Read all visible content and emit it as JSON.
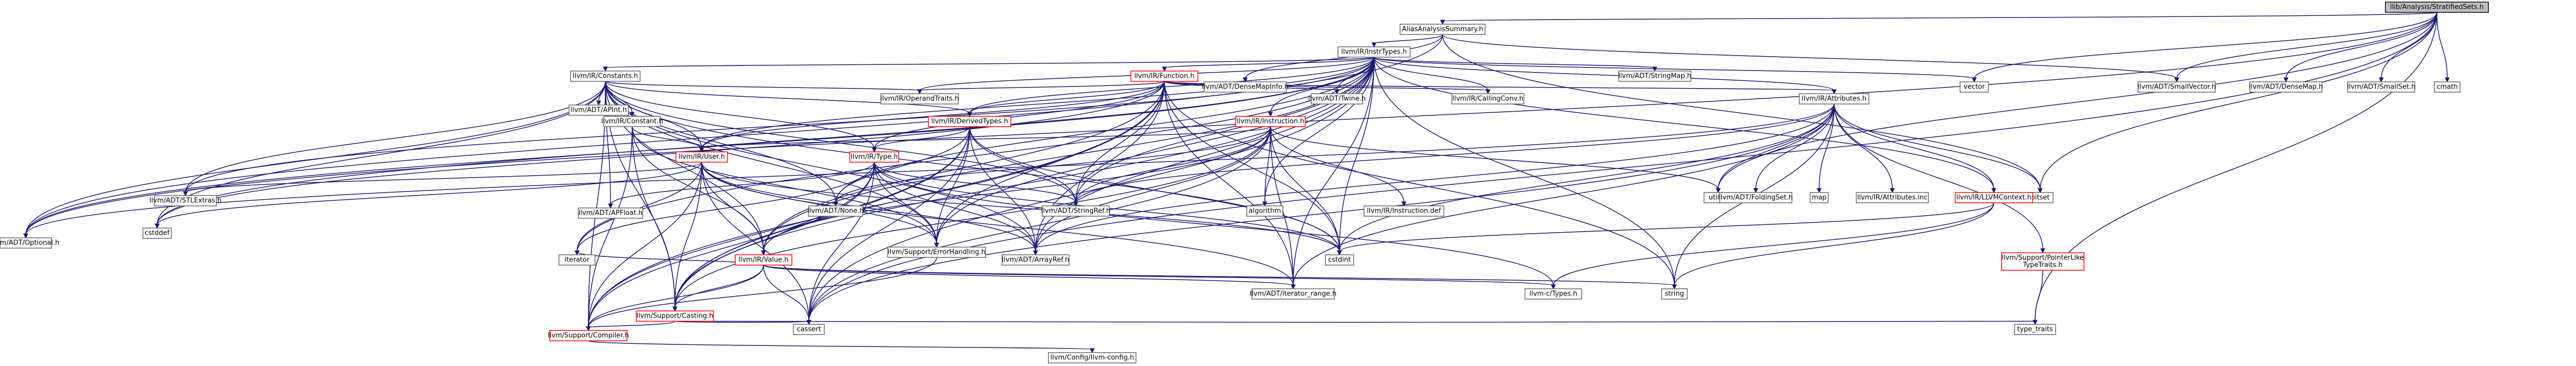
{
  "graph": {
    "nodes": [
      {
        "id": "root",
        "label": "llib/Analysis/StratifiedSets.h",
        "style": "root"
      },
      {
        "id": "aas",
        "label": "AliasAnalysisSummary.h",
        "style": "normal"
      },
      {
        "id": "optional",
        "label": "llvm/ADT/Optional.h",
        "style": "normal"
      },
      {
        "id": "smallvector",
        "label": "llvm/ADT/SmallVector.h",
        "style": "normal"
      },
      {
        "id": "densemap",
        "label": "llvm/ADT/DenseMap.h",
        "style": "normal"
      },
      {
        "id": "smallset",
        "label": "llvm/ADT/SmallSet.h",
        "style": "normal"
      },
      {
        "id": "cmath",
        "label": "cmath",
        "style": "normal"
      },
      {
        "id": "densemapinfo",
        "label": "llvm/ADT/DenseMapInfo.h",
        "style": "normal"
      },
      {
        "id": "insttypes",
        "label": "llvm/IR/InstrTypes.h",
        "style": "normal"
      },
      {
        "id": "vector",
        "label": "vector",
        "style": "normal"
      },
      {
        "id": "bitset",
        "label": "bitset",
        "style": "normal"
      },
      {
        "id": "constants",
        "label": "llvm/IR/Constants.h",
        "style": "normal"
      },
      {
        "id": "function",
        "label": "llvm/IR/Function.h",
        "style": "red"
      },
      {
        "id": "stringmap",
        "label": "llvm/ADT/StringMap.h",
        "style": "normal"
      },
      {
        "id": "attributes",
        "label": "llvm/IR/Attributes.h",
        "style": "normal"
      },
      {
        "id": "apint",
        "label": "llvm/ADT/APInt.h",
        "style": "normal"
      },
      {
        "id": "optraits",
        "label": "llvm/IR/OperandTraits.h",
        "style": "normal"
      },
      {
        "id": "derivedtypes",
        "label": "llvm/IR/DerivedTypes.h",
        "style": "red"
      },
      {
        "id": "instruction",
        "label": "llvm/IR/Instruction.h",
        "style": "red"
      },
      {
        "id": "twine",
        "label": "llvm/ADT/Twine.h",
        "style": "normal"
      },
      {
        "id": "callingconv",
        "label": "llvm/IR/CallingConv.h",
        "style": "normal"
      },
      {
        "id": "constant",
        "label": "llvm/IR/Constant.h",
        "style": "normal"
      },
      {
        "id": "stlextras",
        "label": "llvm/ADT/STLExtras.h",
        "style": "normal"
      },
      {
        "id": "user",
        "label": "llvm/IR/User.h",
        "style": "red"
      },
      {
        "id": "none",
        "label": "llvm/ADT/None.h",
        "style": "normal"
      },
      {
        "id": "type",
        "label": "llvm/IR/Type.h",
        "style": "red"
      },
      {
        "id": "stringref",
        "label": "llvm/ADT/StringRef.h",
        "style": "normal"
      },
      {
        "id": "algorithm",
        "label": "algorithm",
        "style": "normal"
      },
      {
        "id": "instdef",
        "label": "llvm/IR/Instruction.def",
        "style": "normal"
      },
      {
        "id": "utility",
        "label": "utility",
        "style": "normal"
      },
      {
        "id": "foldingset",
        "label": "llvm/ADT/FoldingSet.h",
        "style": "normal"
      },
      {
        "id": "map",
        "label": "map",
        "style": "normal"
      },
      {
        "id": "attrinc",
        "label": "llvm/IR/Attributes.inc",
        "style": "normal"
      },
      {
        "id": "llvmcontext",
        "label": "llvm/IR/LLVMContext.h",
        "style": "red"
      },
      {
        "id": "cstddef",
        "label": "cstddef",
        "style": "normal"
      },
      {
        "id": "apfloat",
        "label": "llvm/ADT/APFloat.h",
        "style": "normal"
      },
      {
        "id": "value",
        "label": "llvm/IR/Value.h",
        "style": "red"
      },
      {
        "id": "errorhandling",
        "label": "llvm/Support/ErrorHandling.h",
        "style": "normal"
      },
      {
        "id": "arrayref",
        "label": "llvm/ADT/ArrayRef.h",
        "style": "normal"
      },
      {
        "id": "cstdint",
        "label": "cstdint",
        "style": "normal"
      },
      {
        "id": "pointerlike",
        "label": "llvm/Support/PointerLike\nTypeTraits.h",
        "style": "red"
      },
      {
        "id": "iterator",
        "label": "iterator",
        "style": "normal"
      },
      {
        "id": "casting",
        "label": "llvm/Support/Casting.h",
        "style": "red"
      },
      {
        "id": "iterrange",
        "label": "llvm/ADT/iterator_range.h",
        "style": "normal"
      },
      {
        "id": "ctypes",
        "label": "llvm-c/Types.h",
        "style": "normal"
      },
      {
        "id": "string",
        "label": "string",
        "style": "normal"
      },
      {
        "id": "compiler",
        "label": "llvm/Support/Compiler.h",
        "style": "red"
      },
      {
        "id": "cassert",
        "label": "cassert",
        "style": "normal"
      },
      {
        "id": "typetraits",
        "label": "type_traits",
        "style": "normal"
      },
      {
        "id": "llvmconfig",
        "label": "llvm/Config/llvm-config.h",
        "style": "normal"
      }
    ],
    "edges": [
      [
        "root",
        "aas"
      ],
      [
        "root",
        "optional"
      ],
      [
        "root",
        "smallvector"
      ],
      [
        "root",
        "densemap"
      ],
      [
        "root",
        "smallset"
      ],
      [
        "root",
        "cmath"
      ],
      [
        "root",
        "vector"
      ],
      [
        "root",
        "bitset"
      ],
      [
        "root",
        "typetraits"
      ],
      [
        "root",
        "utility"
      ],
      [
        "root",
        "cassert"
      ],
      [
        "aas",
        "densemapinfo"
      ],
      [
        "aas",
        "insttypes"
      ],
      [
        "aas",
        "optional"
      ],
      [
        "aas",
        "smallvector"
      ],
      [
        "aas",
        "bitset"
      ],
      [
        "insttypes",
        "constants"
      ],
      [
        "insttypes",
        "function"
      ],
      [
        "insttypes",
        "stringmap"
      ],
      [
        "insttypes",
        "attributes"
      ],
      [
        "insttypes",
        "vector"
      ],
      [
        "insttypes",
        "optraits"
      ],
      [
        "insttypes",
        "derivedtypes"
      ],
      [
        "insttypes",
        "instruction"
      ],
      [
        "insttypes",
        "twine"
      ],
      [
        "insttypes",
        "callingconv"
      ],
      [
        "insttypes",
        "optional"
      ],
      [
        "insttypes",
        "stlextras"
      ],
      [
        "insttypes",
        "none"
      ],
      [
        "insttypes",
        "stringref"
      ],
      [
        "insttypes",
        "arrayref"
      ],
      [
        "insttypes",
        "user"
      ],
      [
        "insttypes",
        "value"
      ],
      [
        "insttypes",
        "casting"
      ],
      [
        "insttypes",
        "errorhandling"
      ],
      [
        "insttypes",
        "iterrange"
      ],
      [
        "insttypes",
        "cstdint"
      ],
      [
        "insttypes",
        "cassert"
      ],
      [
        "insttypes",
        "iterator"
      ],
      [
        "insttypes",
        "string"
      ],
      [
        "insttypes",
        "cstddef"
      ],
      [
        "insttypes",
        "algorithm"
      ],
      [
        "insttypes",
        "llvmcontext"
      ],
      [
        "constants",
        "apint"
      ],
      [
        "constants",
        "optraits"
      ],
      [
        "constants",
        "derivedtypes"
      ],
      [
        "constants",
        "constant"
      ],
      [
        "constants",
        "stlextras"
      ],
      [
        "constants",
        "user"
      ],
      [
        "constants",
        "none"
      ],
      [
        "constants",
        "optional"
      ],
      [
        "constants",
        "apfloat"
      ],
      [
        "constants",
        "value"
      ],
      [
        "constants",
        "arrayref"
      ],
      [
        "constants",
        "stringref"
      ],
      [
        "constants",
        "casting"
      ],
      [
        "constants",
        "compiler"
      ],
      [
        "constants",
        "errorhandling"
      ],
      [
        "constants",
        "cstddef"
      ],
      [
        "constants",
        "cstdint"
      ],
      [
        "constants",
        "type"
      ],
      [
        "function",
        "derivedtypes"
      ],
      [
        "function",
        "optraits"
      ],
      [
        "function",
        "twine"
      ],
      [
        "function",
        "callingconv"
      ],
      [
        "function",
        "attributes"
      ],
      [
        "function",
        "user"
      ],
      [
        "function",
        "stringref"
      ],
      [
        "function",
        "compiler"
      ],
      [
        "function",
        "casting"
      ],
      [
        "function",
        "cstddef"
      ],
      [
        "function",
        "cstdint"
      ],
      [
        "function",
        "iterrange"
      ],
      [
        "function",
        "value"
      ],
      [
        "function",
        "string"
      ],
      [
        "function",
        "arrayref"
      ],
      [
        "function",
        "type"
      ],
      [
        "function",
        "errorhandling"
      ],
      [
        "derivedtypes",
        "type"
      ],
      [
        "derivedtypes",
        "arrayref"
      ],
      [
        "derivedtypes",
        "stringref"
      ],
      [
        "derivedtypes",
        "casting"
      ],
      [
        "derivedtypes",
        "compiler"
      ],
      [
        "derivedtypes",
        "cstdint"
      ],
      [
        "derivedtypes",
        "cassert"
      ],
      [
        "derivedtypes",
        "none"
      ],
      [
        "derivedtypes",
        "errorhandling"
      ],
      [
        "instruction",
        "user"
      ],
      [
        "instruction",
        "stringref"
      ],
      [
        "instruction",
        "instdef"
      ],
      [
        "instruction",
        "algorithm"
      ],
      [
        "instruction",
        "cstdint"
      ],
      [
        "instruction",
        "casting"
      ],
      [
        "instruction",
        "utility"
      ],
      [
        "instruction",
        "none"
      ],
      [
        "instruction",
        "arrayref"
      ],
      [
        "instruction",
        "iterrange"
      ],
      [
        "instruction",
        "cassert"
      ],
      [
        "instruction",
        "value"
      ],
      [
        "constant",
        "user"
      ],
      [
        "constant",
        "value"
      ],
      [
        "constant",
        "casting"
      ],
      [
        "constant",
        "compiler"
      ],
      [
        "constant",
        "errorhandling"
      ],
      [
        "user",
        "value"
      ],
      [
        "user",
        "iterrange"
      ],
      [
        "user",
        "arrayref"
      ],
      [
        "user",
        "stlextras"
      ],
      [
        "user",
        "casting"
      ],
      [
        "user",
        "compiler"
      ],
      [
        "user",
        "errorhandling"
      ],
      [
        "user",
        "cassert"
      ],
      [
        "user",
        "cstdint"
      ],
      [
        "user",
        "iterator"
      ],
      [
        "user",
        "cstddef"
      ],
      [
        "type",
        "casting"
      ],
      [
        "type",
        "compiler"
      ],
      [
        "type",
        "iterator"
      ],
      [
        "type",
        "cstdint"
      ],
      [
        "type",
        "cassert"
      ],
      [
        "type",
        "errorhandling"
      ],
      [
        "type",
        "apfloat"
      ],
      [
        "type",
        "stringref"
      ],
      [
        "type",
        "arrayref"
      ],
      [
        "type",
        "ctypes"
      ],
      [
        "value",
        "iterrange"
      ],
      [
        "value",
        "casting"
      ],
      [
        "value",
        "compiler"
      ],
      [
        "value",
        "ctypes"
      ],
      [
        "value",
        "cassert"
      ],
      [
        "value",
        "iterator"
      ],
      [
        "value",
        "string"
      ],
      [
        "attributes",
        "foldingset"
      ],
      [
        "attributes",
        "map"
      ],
      [
        "attributes",
        "attrinc"
      ],
      [
        "attributes",
        "llvmcontext"
      ],
      [
        "attributes",
        "bitset"
      ],
      [
        "attributes",
        "utility"
      ],
      [
        "attributes",
        "string"
      ],
      [
        "attributes",
        "cassert"
      ],
      [
        "attributes",
        "optional"
      ],
      [
        "attributes",
        "pointerlike"
      ],
      [
        "attributes",
        "arrayref"
      ],
      [
        "attributes",
        "iterrange"
      ],
      [
        "attributes",
        "cstdint"
      ],
      [
        "attributes",
        "stringref"
      ],
      [
        "llvmcontext",
        "cstdint"
      ],
      [
        "llvmcontext",
        "ctypes"
      ],
      [
        "llvmcontext",
        "string"
      ],
      [
        "pointerlike",
        "typetraits"
      ],
      [
        "casting",
        "typetraits"
      ],
      [
        "casting",
        "compiler"
      ],
      [
        "casting",
        "cassert"
      ],
      [
        "compiler",
        "llvmconfig"
      ],
      [
        "errorhandling",
        "compiler"
      ]
    ]
  }
}
